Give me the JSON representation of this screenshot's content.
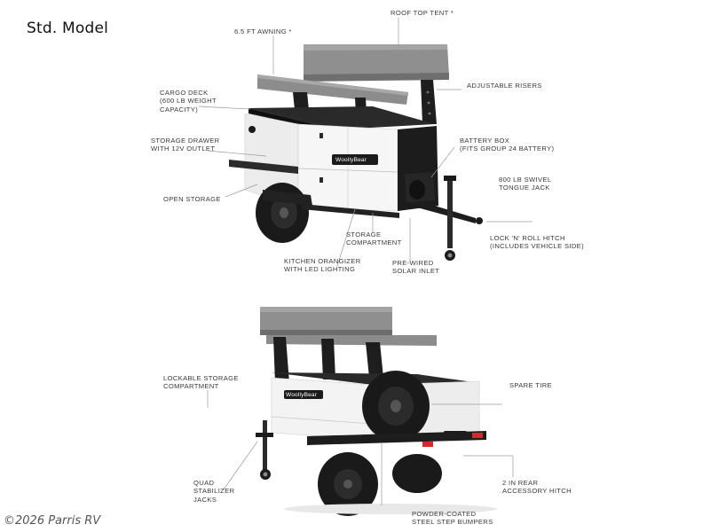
{
  "header": {
    "title": "Std. Model"
  },
  "watermark": "©2026 Parris RV",
  "brand_badge": "WoollyBear",
  "top_view": {
    "callouts": {
      "roof_top_tent": "ROOF TOP TENT *",
      "awning": "6.5 FT AWNING *",
      "adjustable_risers": "ADJUSTABLE RISERS",
      "cargo_deck": "CARGO DECK\n(600 LB WEIGHT\nCAPACITY)",
      "storage_drawer": "STORAGE DRAWER\nWITH 12V OUTLET",
      "battery_box": "BATTERY BOX\n(FITS GROUP 24 BATTERY)",
      "tongue_jack": "800 LB SWIVEL\nTONGUE JACK",
      "open_storage": "OPEN STORAGE",
      "storage_compartment": "STORAGE\nCOMPARTMENT",
      "lock_n_roll": "LOCK 'N' ROLL HITCH\n(INCLUDES VEHICLE SIDE)",
      "kitchen_organizer": "KITCHEN ORANGIZER\nWITH LED LIGHTING",
      "solar_inlet": "PRE-WIRED\nSOLAR INLET"
    }
  },
  "bottom_view": {
    "callouts": {
      "lockable_storage": "LOCKABLE STORAGE\nCOMPARTMENT",
      "spare_tire": "SPARE TIRE",
      "quad_jacks": "QUAD\nSTABILIZER\nJACKS",
      "rear_hitch": "2 IN REAR\nACCESSORY HITCH",
      "step_bumpers": "POWDER-COATED\nSTEEL STEP BUMPERS"
    }
  },
  "colors": {
    "tent": "#8a8a8a",
    "frame": "#1f1f1f",
    "body": "#f1f1f1",
    "leader": "#9a9a9a",
    "accent_red": "#d62828"
  }
}
